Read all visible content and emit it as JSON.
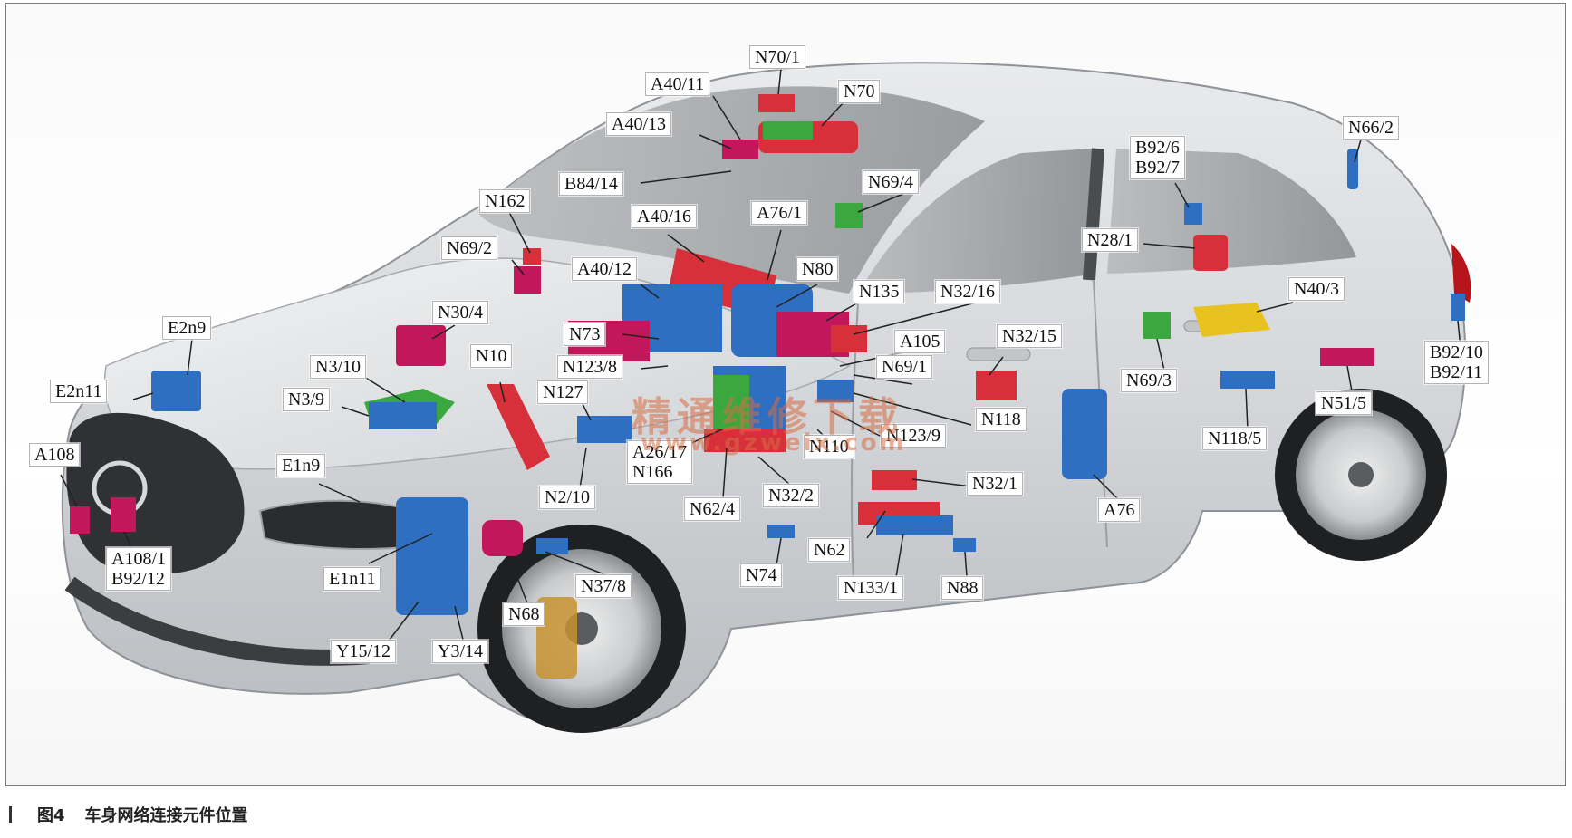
{
  "caption": {
    "figure": "图4",
    "text": "车身网络连接元件位置"
  },
  "watermark": {
    "line1": "精通维修下载",
    "line2": "www.gzweix.com"
  },
  "colors": {
    "blue": "#2f6fc2",
    "red": "#d8303a",
    "magenta": "#c2185b",
    "green": "#3aa83e",
    "yellow": "#e8c21f",
    "car": "#d9dbde"
  },
  "labels": {
    "N70_1": "N70/1",
    "A40_11": "A40/11",
    "N70": "N70",
    "A40_13": "A40/13",
    "N66_2": "N66/2",
    "B92_6": "B92/6\nB92/7",
    "B84_14": "B84/14",
    "N69_4": "N69/4",
    "N162": "N162",
    "A40_16": "A40/16",
    "A76_1": "A76/1",
    "N28_1": "N28/1",
    "N69_2": "N69/2",
    "A40_12": "A40/12",
    "N80": "N80",
    "N135": "N135",
    "N32_16": "N32/16",
    "N40_3": "N40/3",
    "E2n9": "E2n9",
    "N30_4": "N30/4",
    "N73": "N73",
    "A105": "A105",
    "N32_15": "N32/15",
    "N3_10": "N3/10",
    "N10": "N10",
    "N123_8": "N123/8",
    "N69_1": "N69/1",
    "B92_10": "B92/10\nB92/11",
    "E2n11": "E2n11",
    "N3_9": "N3/9",
    "N127": "N127",
    "N118": "N118",
    "N69_3": "N69/3",
    "N51_5": "N51/5",
    "N123_9": "N123/9",
    "A108": "A108",
    "A26_17": "A26/17\nN166",
    "N110": "N110",
    "N118_5": "N118/5",
    "E1n9": "E1n9",
    "N32_1": "N32/1",
    "N2_10": "N2/10",
    "N62_4": "N62/4",
    "N32_2": "N32/2",
    "A76": "A76",
    "A108_1": "A108/1\nB92/12",
    "N62": "N62",
    "E1n11": "E1n11",
    "N37_8": "N37/8",
    "N74": "N74",
    "N133_1": "N133/1",
    "N88": "N88",
    "N68": "N68",
    "Y15_12": "Y15/12",
    "Y3_14": "Y3/14"
  }
}
